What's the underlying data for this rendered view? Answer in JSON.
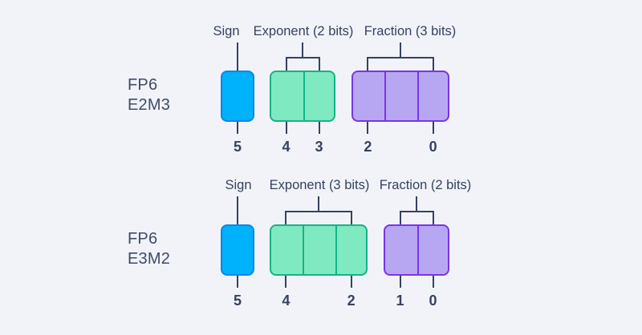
{
  "colors": {
    "bg": "#f1f3f8",
    "text": "#36425e",
    "title_text": "#3f4b66",
    "line": "#36425e",
    "sign_fill": "#00b1fc",
    "sign_border": "#0d86e8",
    "exponent_fill": "#7fe9c1",
    "exponent_border": "#14b484",
    "fraction_fill": "#b7a7f2",
    "fraction_border": "#7a35e6"
  },
  "rows": [
    {
      "format": "FP6 E2M3",
      "title_lines": [
        "FP6",
        "E2M3"
      ],
      "fields": [
        {
          "kind": "sign",
          "label": "Sign",
          "bits": 1,
          "bit_labels": [
            "5"
          ]
        },
        {
          "kind": "exponent",
          "label": "Exponent (2 bits)",
          "bits": 2,
          "bit_labels": [
            "4",
            "3"
          ]
        },
        {
          "kind": "fraction",
          "label": "Fraction (3 bits)",
          "bits": 3,
          "bit_labels": [
            "2",
            null,
            "0"
          ]
        }
      ]
    },
    {
      "format": "FP6 E3M2",
      "title_lines": [
        "FP6",
        "E3M2"
      ],
      "fields": [
        {
          "kind": "sign",
          "label": "Sign",
          "bits": 1,
          "bit_labels": [
            "5"
          ]
        },
        {
          "kind": "exponent",
          "label": "Exponent (3 bits)",
          "bits": 3,
          "bit_labels": [
            "4",
            null,
            "2"
          ]
        },
        {
          "kind": "fraction",
          "label": "Fraction (2 bits)",
          "bits": 2,
          "bit_labels": [
            "1",
            "0"
          ]
        }
      ]
    }
  ]
}
